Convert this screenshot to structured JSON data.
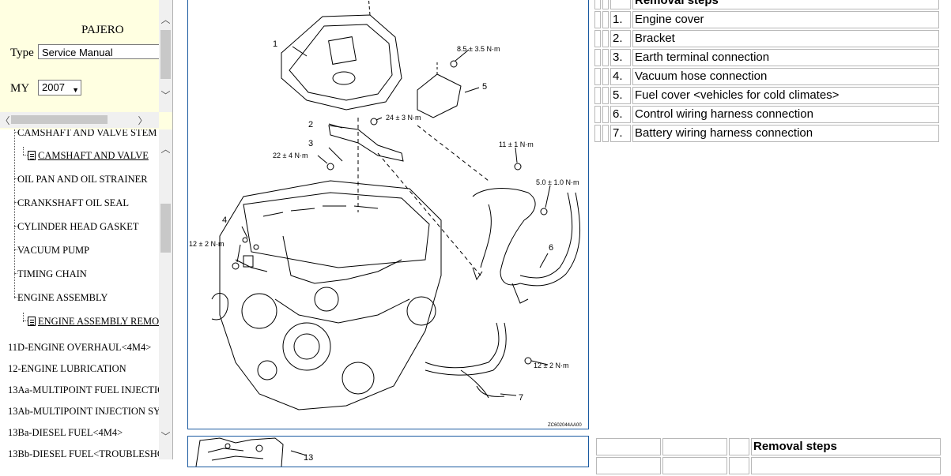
{
  "filter": {
    "model": "PAJERO",
    "type_label": "Type",
    "type_value": "Service Manual",
    "my_label": "MY",
    "my_value": "2007"
  },
  "tree": {
    "items": [
      {
        "label": "CAMSHAFT AND VALVE STEM",
        "kind": "folder"
      },
      {
        "label": "CAMSHAFT AND VALVE",
        "kind": "doc"
      },
      {
        "label": "OIL PAN AND OIL STRAINER",
        "kind": "folder"
      },
      {
        "label": "CRANKSHAFT OIL SEAL",
        "kind": "folder"
      },
      {
        "label": "CYLINDER HEAD GASKET",
        "kind": "folder"
      },
      {
        "label": "VACUUM PUMP",
        "kind": "folder"
      },
      {
        "label": "TIMING CHAIN",
        "kind": "folder"
      },
      {
        "label": "ENGINE ASSEMBLY",
        "kind": "folder"
      },
      {
        "label": "ENGINE ASSEMBLY REMO",
        "kind": "doc"
      },
      {
        "label": "11D-ENGINE OVERHAUL<4M4>",
        "kind": "group"
      },
      {
        "label": "12-ENGINE LUBRICATION",
        "kind": "group"
      },
      {
        "label": "13Aa-MULTIPOINT FUEL INJECTIO",
        "kind": "group"
      },
      {
        "label": "13Ab-MULTIPOINT INJECTION SY",
        "kind": "group"
      },
      {
        "label": "13Ba-DIESEL FUEL<4M4>",
        "kind": "group"
      },
      {
        "label": "13Bb-DIESEL FUEL<TROUBLESHO",
        "kind": "group"
      }
    ]
  },
  "figure1": {
    "callouts": [
      "1",
      "2",
      "3",
      "4",
      "5",
      "6",
      "7"
    ],
    "torques": [
      "8.5 ± 3.5 N·m",
      "24 ± 3 N·m",
      "22 ± 4 N·m",
      "11 ± 1 N·m",
      "5.0 ± 1.0 N·m",
      "12 ± 2 N·m",
      "12 ± 2 N·m"
    ],
    "code": "ZC602044AA00"
  },
  "figure2": {
    "callouts": [
      "13"
    ]
  },
  "steps1": {
    "header": "Removal steps",
    "rows": [
      {
        "num": "1.",
        "text": "Engine cover"
      },
      {
        "num": "2.",
        "text": "Bracket"
      },
      {
        "num": "3.",
        "text": "Earth terminal connection"
      },
      {
        "num": "4.",
        "text": "Vacuum hose connection"
      },
      {
        "num": "5.",
        "text": "Fuel cover <vehicles for cold climates>"
      },
      {
        "num": "6.",
        "text": "Control wiring harness connection"
      },
      {
        "num": "7.",
        "text": "Battery wiring harness connection"
      }
    ]
  },
  "steps2": {
    "header": "Removal steps"
  }
}
